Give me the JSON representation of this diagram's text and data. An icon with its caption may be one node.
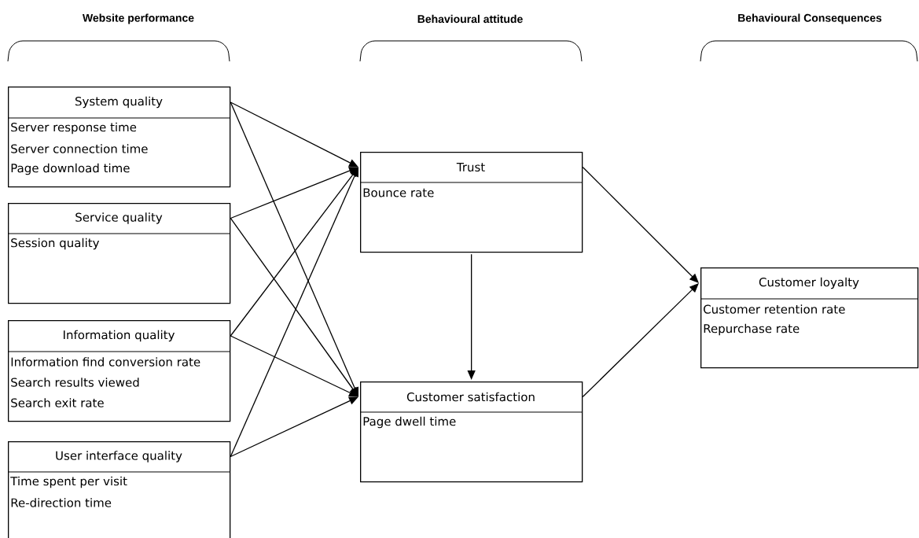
{
  "diagram": {
    "nodes": [
      {
        "text": [
          "System quality",
          "Server response time",
          "Server connection time",
          "Page download time"
        ]
      },
      {
        "text": [
          "Service quality",
          "Session quality"
        ]
      },
      {
        "text": [
          "Information quality",
          "Information find conversion rate",
          "Search results viewed",
          "Search exit rate"
        ]
      },
      {
        "text": [
          "User interface quality",
          "Time spent per visit",
          "Re-direction time"
        ]
      },
      {
        "text": [
          "Trust",
          "Bounce rate"
        ]
      },
      {
        "text": [
          "Customer satisfaction",
          "Page dwell time"
        ]
      },
      {
        "text": [
          "Customer loyalty",
          "Customer retention rate",
          "Repurchase rate"
        ]
      }
    ],
    "edges": [
      {
        "from": 0,
        "to": 4,
        "arrow": "to"
      },
      {
        "from": 0,
        "to": 5,
        "arrow": "to"
      },
      {
        "from": 1,
        "to": 4,
        "arrow": "to"
      },
      {
        "from": 1,
        "to": 5,
        "arrow": "to"
      },
      {
        "from": 2,
        "to": 4,
        "arrow": "to"
      },
      {
        "from": 2,
        "to": 5,
        "arrow": "to"
      },
      {
        "from": 3,
        "to": 4,
        "arrow": "to"
      },
      {
        "from": 3,
        "to": 5,
        "arrow": "to"
      },
      {
        "from": 4,
        "to": 5,
        "arrow": "to"
      },
      {
        "from": 4,
        "to": 6,
        "arrow": "to"
      },
      {
        "from": 5,
        "to": 6,
        "arrow": "to"
      }
    ],
    "labels": [
      "Website performance",
      "Behavioural attitude",
      "Behavioural Consequences"
    ]
  }
}
